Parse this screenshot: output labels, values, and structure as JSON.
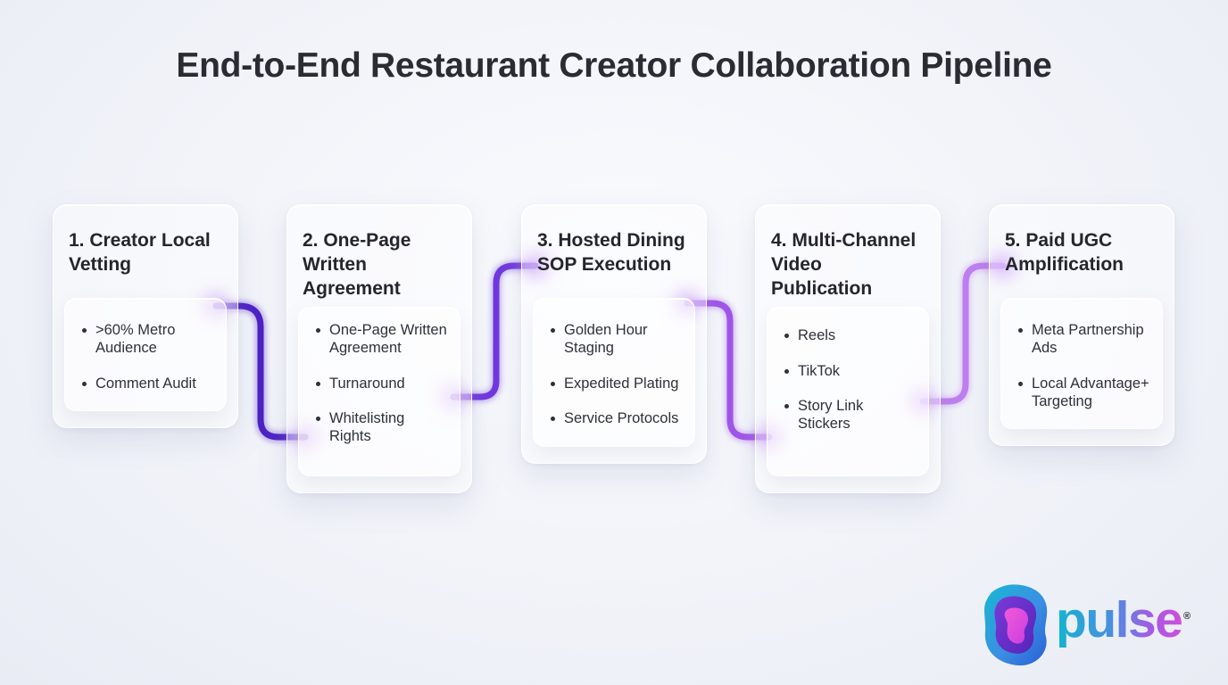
{
  "title": "End-to-End Restaurant Creator Collaboration Pipeline",
  "stages": [
    {
      "title": "1. Creator Local\n    Vetting",
      "items": [
        ">60% Metro Audience",
        "Comment Audit"
      ]
    },
    {
      "title": "2. One-Page\n    Written\n    Agreement",
      "items": [
        "One-Page Written Agreement",
        "Turnaround",
        "Whitelisting Rights"
      ]
    },
    {
      "title": "3. Hosted Dining\n    SOP Execution",
      "items": [
        "Golden Hour Staging",
        "Expedited Plating",
        "Service Protocols"
      ]
    },
    {
      "title": "4. Multi-Channel\n    Video\n    Publication",
      "items": [
        "Reels",
        "TikTok",
        "Story Link Stickers"
      ]
    },
    {
      "title": "5. Paid UGC\n    Amplification",
      "items": [
        "Meta Partnership Ads",
        "Local Advantage+ Targeting"
      ]
    }
  ],
  "connector_colors": [
    "#4c22c4",
    "#7038de",
    "#a155ea",
    "#c07ff2"
  ],
  "glow_color": "#b77cf5",
  "brand": {
    "name": "pulse",
    "registered_mark": "®",
    "gradient": [
      "#13b4cf",
      "#4a8ee0",
      "#a35be6",
      "#cf4fd8"
    ]
  }
}
